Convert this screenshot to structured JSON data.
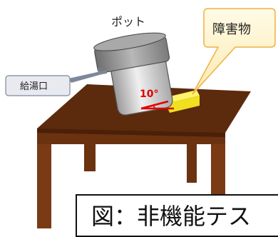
{
  "labels": {
    "pot": "ポット",
    "obstacle": "障害物",
    "outlet": "給湯口",
    "angle": "10°"
  },
  "caption": {
    "text": "図：非機能テス"
  },
  "colors": {
    "table_top": "#5c2a0c",
    "table_leg": "#6b3210",
    "obstacle": "#f0e020",
    "pot_body": "#c9c9c9",
    "pot_lid": "#8c8c8c",
    "angle_mark": "#e00000",
    "callout_bg": "#fdf5cf",
    "callout_border": "#f0b040",
    "outlet_bg": "#e8eaf0",
    "outlet_border": "#7e889c"
  }
}
